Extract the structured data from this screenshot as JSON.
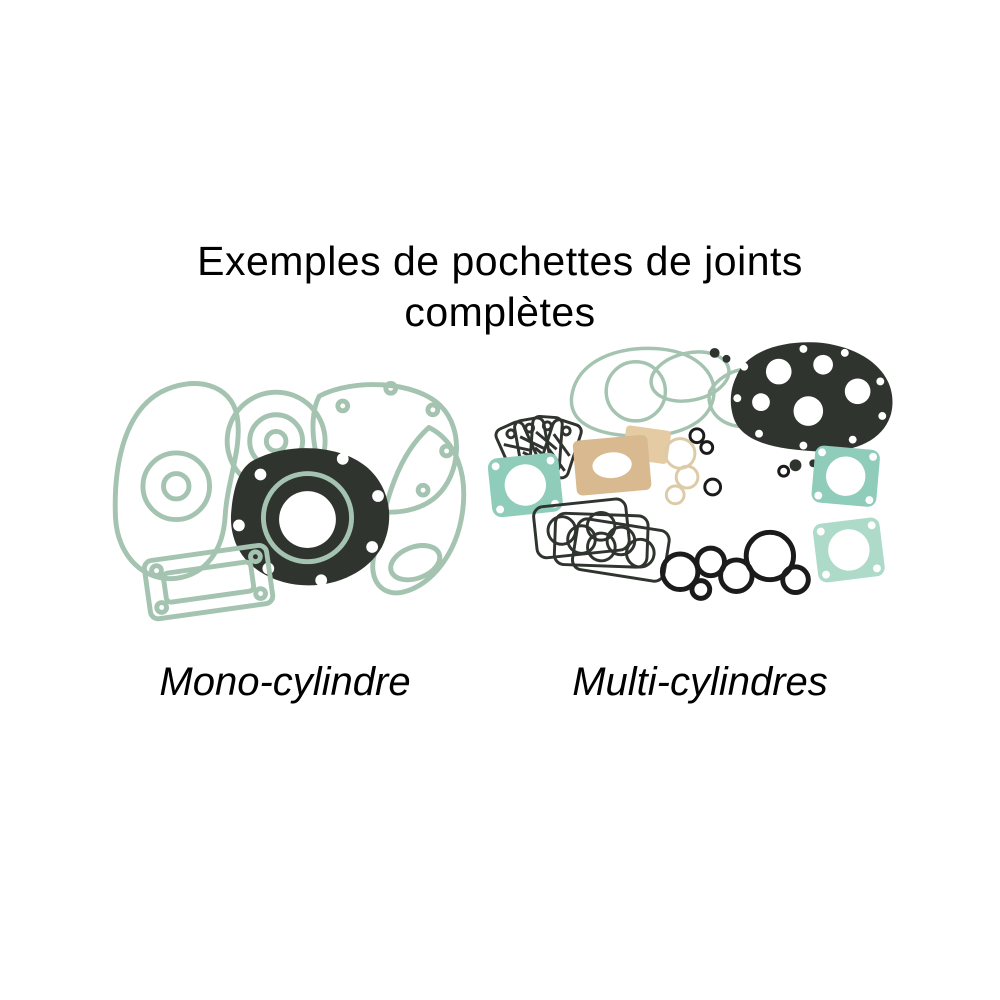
{
  "title": {
    "line1": "Exemples de pochettes de joints",
    "line2": "complètes"
  },
  "figures": [
    {
      "label": "Mono-cylindre",
      "image": "mono-cylinder-gasket-set"
    },
    {
      "label": "Multi-cylindres",
      "image": "multi-cylinder-gasket-set"
    }
  ],
  "colors": {
    "background": "#ffffff",
    "text": "#000000",
    "gasket_green": "#a4c3b0",
    "gasket_dark": "#30342f",
    "gasket_teal": "#8fccba",
    "gasket_tan": "#d9b98f",
    "o_ring_black": "#1b1b1b"
  }
}
